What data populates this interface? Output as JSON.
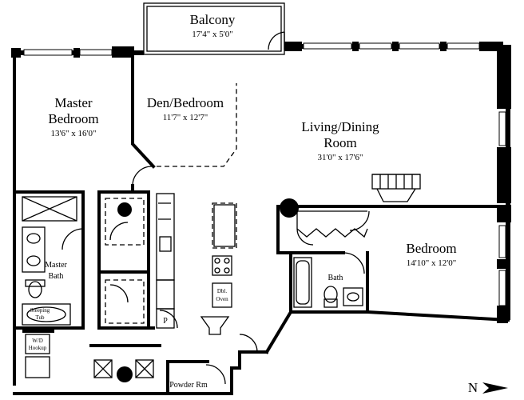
{
  "rooms": {
    "balcony": {
      "name": "Balcony",
      "dims": "17'4\" x 5'0\""
    },
    "den": {
      "name": "Den/Bedroom",
      "dims": "11'7\" x 12'7\""
    },
    "master": {
      "name_line1": "Master",
      "name_line2": "Bedroom",
      "dims": "13'6\" x 16'0\""
    },
    "living": {
      "name_line1": "Living/Dining",
      "name_line2": "Room",
      "dims": "31'0\" x 17'6\""
    },
    "bedroom": {
      "name": "Bedroom",
      "dims": "14'10\" x 12'0\""
    },
    "master_bath": {
      "line1": "Master",
      "line2": "Bath"
    },
    "bath": {
      "name": "Bath"
    },
    "powder": {
      "name": "Powder Rm"
    },
    "oven": {
      "line1": "Dbl.",
      "line2": "Oven"
    },
    "pantry": {
      "label": "P"
    },
    "tub": {
      "line1": "Steeping",
      "line2": "Tub"
    },
    "wd": {
      "line1": "W/D",
      "line2": "Hookup"
    }
  },
  "compass": {
    "label": "N"
  }
}
